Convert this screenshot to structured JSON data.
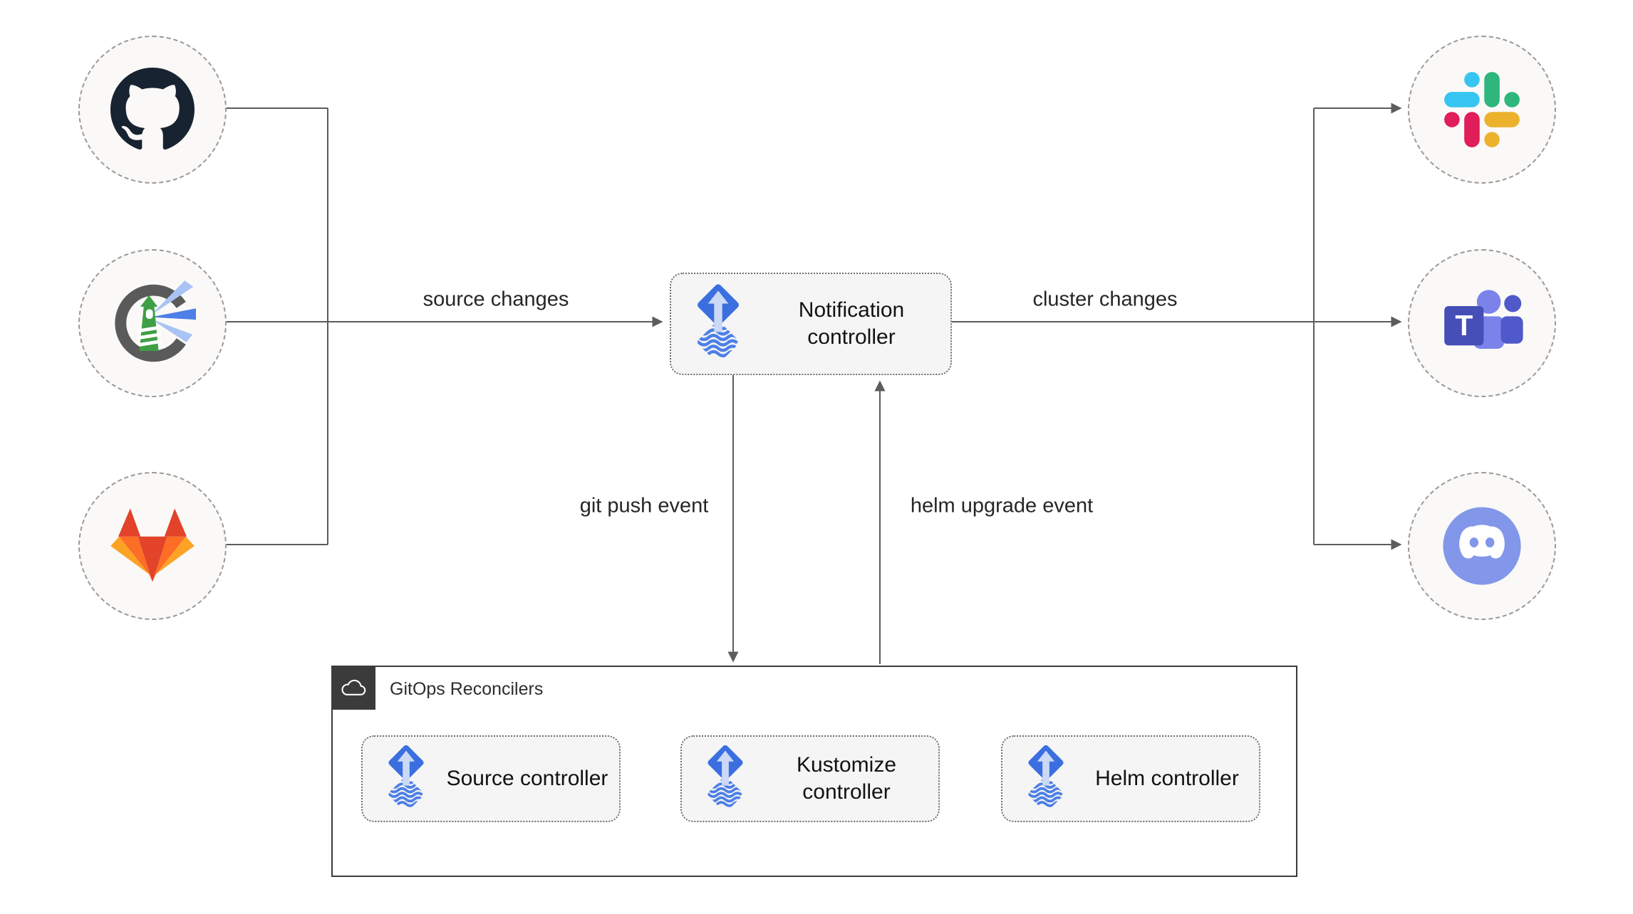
{
  "diagram": {
    "notification": {
      "label": "Notification controller",
      "icon": "flux-icon"
    },
    "left_platforms": [
      {
        "icon": "github-icon"
      },
      {
        "icon": "harbor-icon"
      },
      {
        "icon": "gitlab-icon"
      }
    ],
    "right_platforms": [
      {
        "icon": "slack-icon"
      },
      {
        "icon": "microsoft-teams-icon"
      },
      {
        "icon": "discord-icon"
      }
    ],
    "edge_labels": {
      "source_changes": "source changes",
      "cluster_changes": "cluster changes",
      "git_push_event": "git push event",
      "helm_upgrade_event": "helm upgrade event"
    },
    "reconcilers": {
      "title": "GitOps Reconcilers",
      "icon": "cloud-icon",
      "items": [
        {
          "label": "Source controller",
          "icon": "flux-icon"
        },
        {
          "label": "Kustomize controller",
          "icon": "flux-icon"
        },
        {
          "label": "Helm controller",
          "icon": "flux-icon"
        }
      ]
    },
    "colors": {
      "wire": "#5c5c5c",
      "node_fill": "#f5f5f5",
      "node_border": "#6f6f6f",
      "circle_fill": "#faf9f7",
      "circle_border": "#9a9a9a",
      "container_border": "#3b3b3b",
      "flux_blue": "#3b6fe0",
      "flux_wave_blue": "#4d7fe6",
      "github_dark": "#172330",
      "harbor_green": "#3f9f46",
      "gitlab_red": "#e24329",
      "gitlab_orange": "#fc6d26",
      "gitlab_yellow": "#fca326",
      "slack_blue": "#36c5f0",
      "slack_green": "#2eb67d",
      "slack_yellow": "#ecb22e",
      "slack_red": "#e01e5a",
      "teams_indigo": "#464eb8",
      "teams_light": "#7b83eb",
      "teams_mid": "#5059c9",
      "discord_blurple": "#8296ea",
      "text": "#262626"
    }
  }
}
